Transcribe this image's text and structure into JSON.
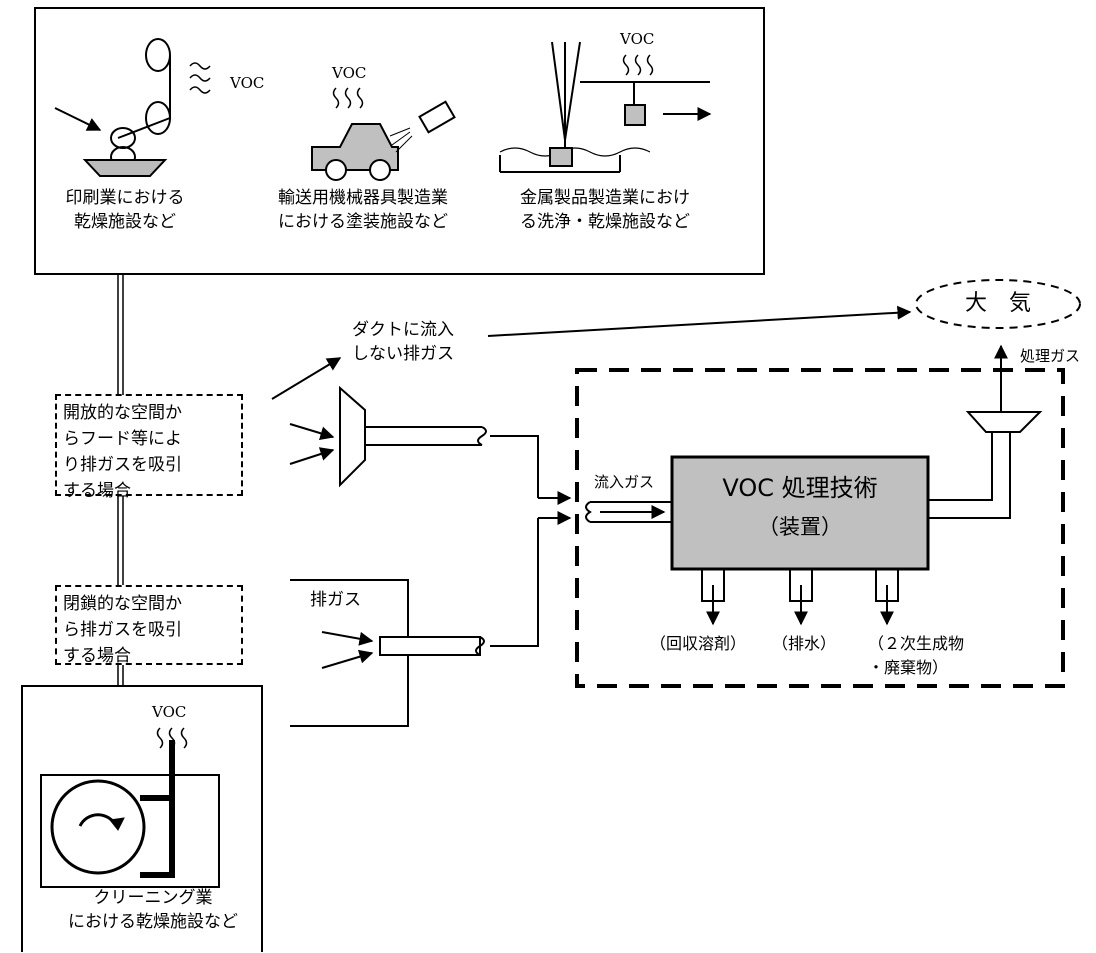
{
  "sources": {
    "voc": "VOC",
    "printing": {
      "line1": "印刷業における",
      "line2": "乾燥施設など"
    },
    "transport": {
      "line1": "輸送用機械器具製造業",
      "line2": "における塗装施設など"
    },
    "metal": {
      "line1": "金属製品製造業におけ",
      "line2": "る洗浄・乾燥施設など"
    },
    "cleaning": {
      "line1": "クリーニング業",
      "line2": "における乾燥施設など"
    }
  },
  "atmosphere": "大　気",
  "uncaptured": {
    "line1": "ダクトに流入",
    "line2": "しない排ガス"
  },
  "open_space": [
    "開放的な空間か",
    "らフード等によ",
    "り排ガスを吸引",
    "する場合"
  ],
  "closed_space": [
    "閉鎖的な空間か",
    "ら排ガスを吸引",
    "する場合"
  ],
  "exhaust_label": "排ガス",
  "inflow_label": "流入ガス",
  "treated_label": "処理ガス",
  "device": {
    "title": "VOC 処理技術",
    "subtitle": "（装置）"
  },
  "outputs": {
    "recovered": "（回収溶剤）",
    "wastewater": "（排水）",
    "secondary_line1": "（２次生成物",
    "secondary_line2": "・廃棄物）"
  },
  "colors": {
    "device_fill": "#c0c0c0",
    "device_border": "#000000",
    "line": "#000000"
  }
}
